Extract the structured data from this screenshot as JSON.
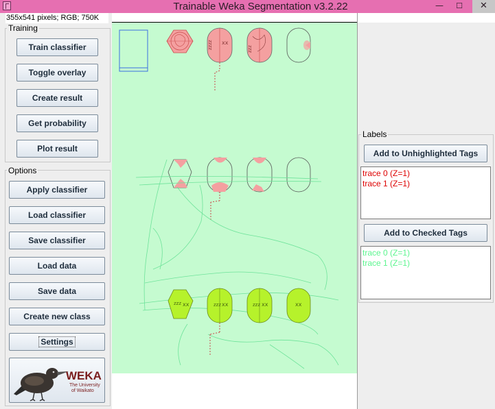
{
  "window": {
    "title": "Trainable Weka Segmentation v3.2.22",
    "controls": {
      "minimize": "—",
      "maximize": "☐",
      "close": "✕"
    }
  },
  "status_text": "355x541 pixels; RGB; 750K",
  "training": {
    "title": "Training",
    "buttons": [
      "Train classifier",
      "Toggle overlay",
      "Create result",
      "Get probability",
      "Plot result"
    ]
  },
  "options": {
    "title": "Options",
    "buttons": [
      "Apply classifier",
      "Load classifier",
      "Save classifier",
      "Load data",
      "Save data",
      "Create new class",
      "Settings"
    ]
  },
  "logo": {
    "name": "WEKA",
    "sub1": "The University",
    "sub2": "of Waikato",
    "icon": "weka-bird-icon"
  },
  "labels": {
    "title": "Labels",
    "class1": {
      "button": "Add to Unhighlighted Tags",
      "traces": [
        "trace 0 (Z=1)",
        "trace 1 (Z=1)"
      ],
      "color": "#dd0000"
    },
    "class2": {
      "button": "Add to Checked Tags",
      "traces": [
        "trace 0 (Z=1)",
        "trace 1 (Z=1)"
      ],
      "color": "#5cf58f"
    }
  },
  "colors": {
    "titlebar": "#e66fb1",
    "canvas_background": "#c5fbd0",
    "overlay_red": "#f28b8b",
    "overlay_green": "#b6f22b"
  }
}
